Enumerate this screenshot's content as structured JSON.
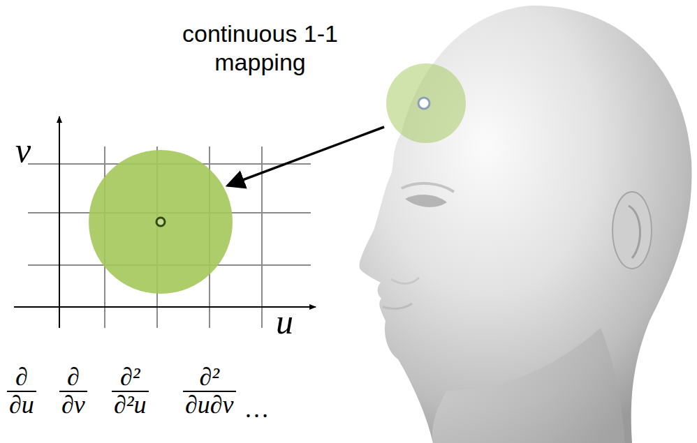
{
  "diagram": {
    "labels": [
      "continuous 1-1 mapping",
      "v",
      "u",
      "∂",
      "∂u",
      "∂",
      "∂v",
      "∂²",
      "∂²u",
      "∂²",
      "∂u∂v",
      "…"
    ]
  }
}
